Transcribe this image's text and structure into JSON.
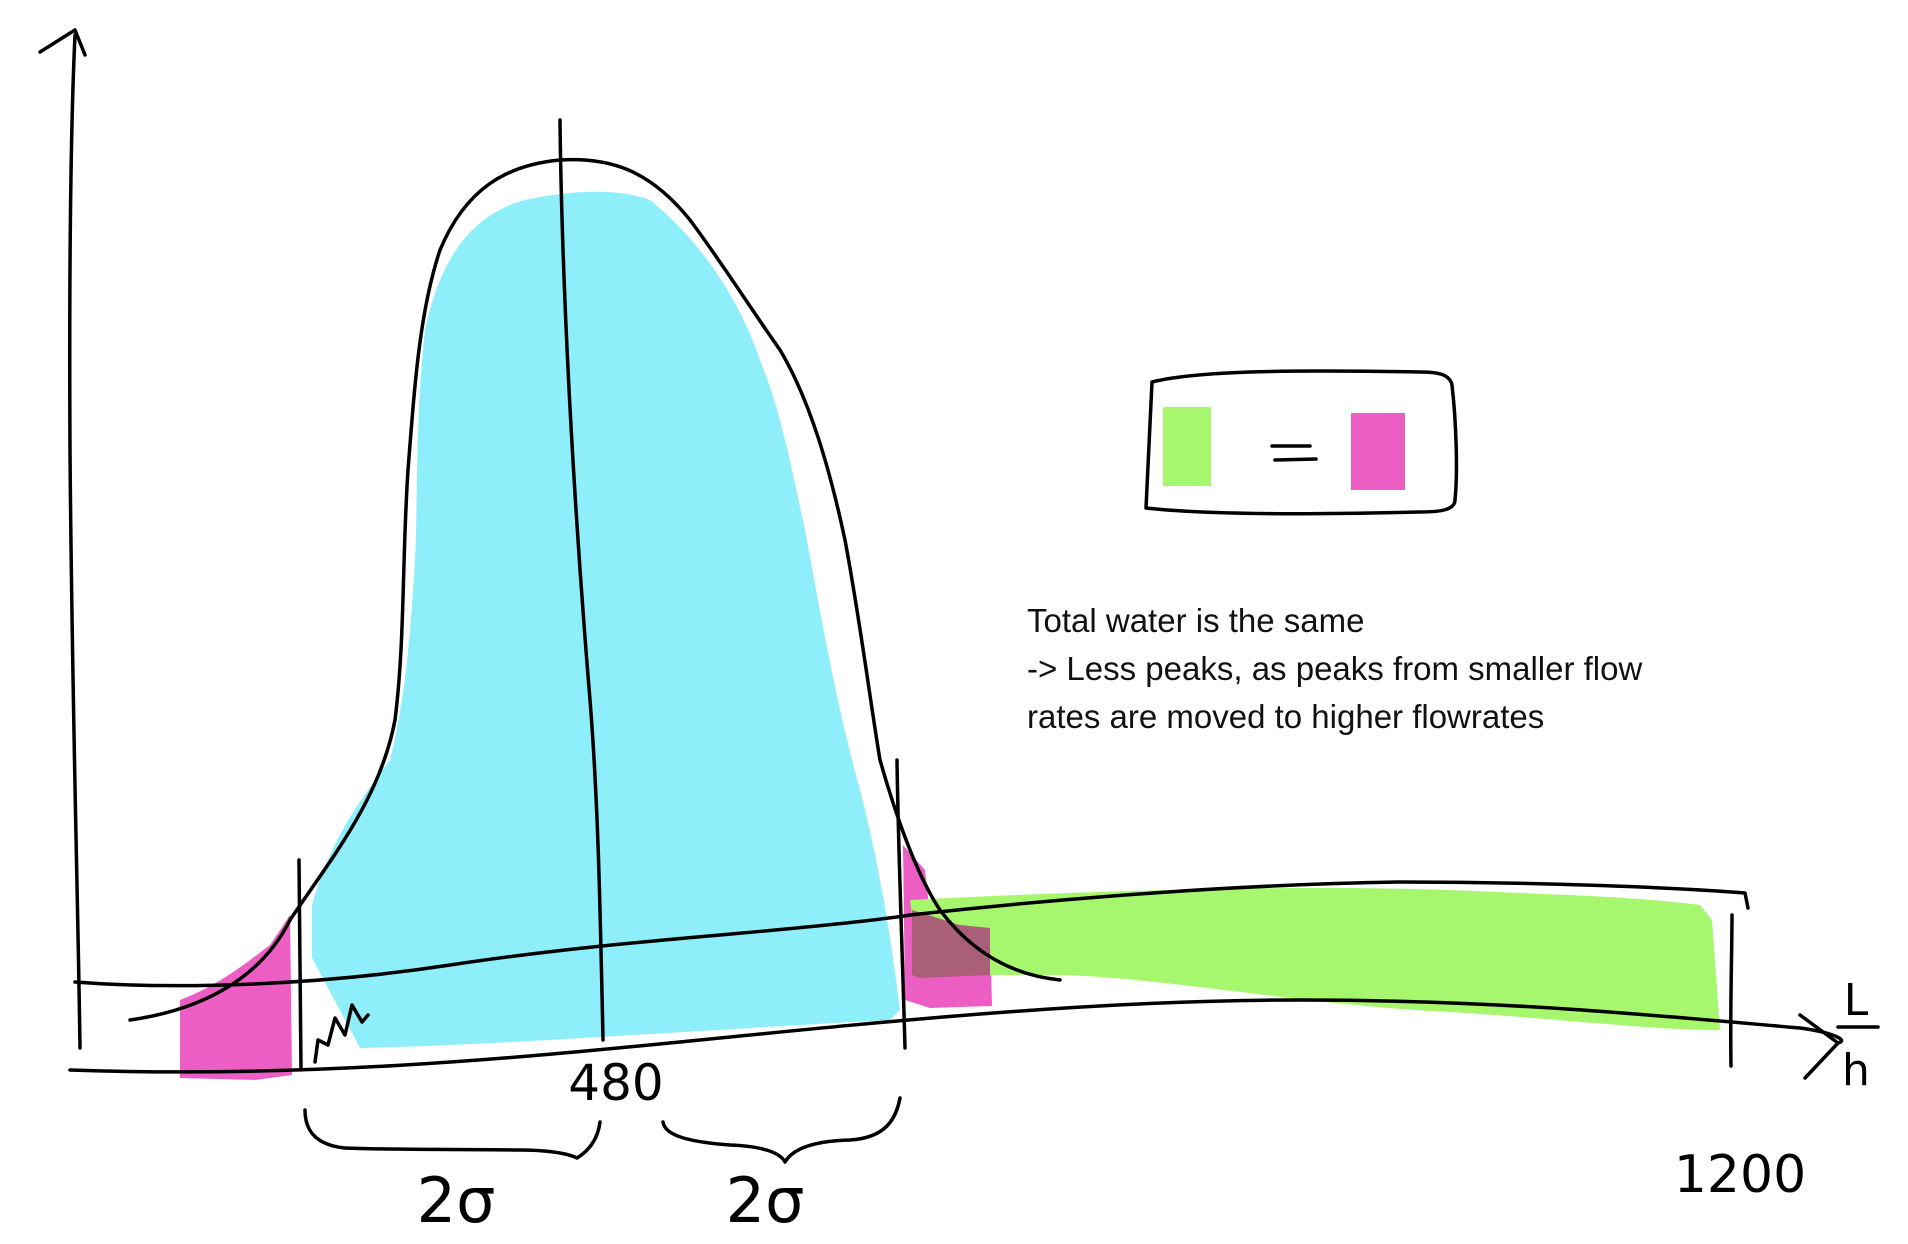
{
  "colors": {
    "normal_area": "#8EEFFB",
    "removed_area": "#EC5EC4",
    "added_area": "#A6F76E",
    "overlap_area": "#A95F77",
    "ink": "#000000"
  },
  "axes": {
    "x_unit_top": "L",
    "x_unit_bottom": "h",
    "x_tick_mean": "480",
    "x_tick_max": "1200"
  },
  "brackets": {
    "left_label": "2σ",
    "right_label": "2σ"
  },
  "legend": {
    "equals_sign": "="
  },
  "note": {
    "line1": "Total water is the same",
    "line2": "-> Less peaks, as peaks from smaller flow",
    "line3": "rates are moved to higher flowrates"
  }
}
